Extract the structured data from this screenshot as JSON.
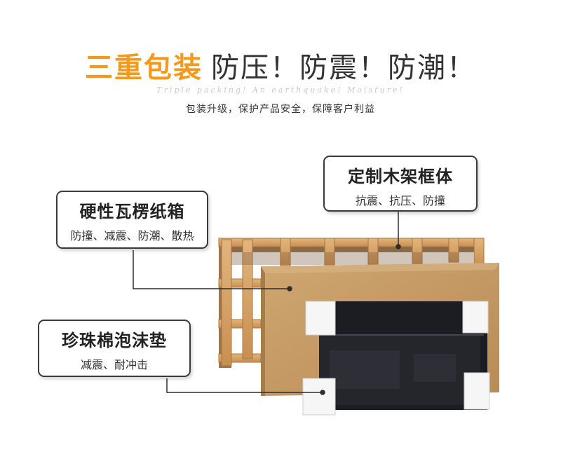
{
  "header": {
    "title_accent": "三重包装",
    "title_rest": "防压！防震！防潮！",
    "subtitle_en": "Triple packing! An earthquake! Moisture!",
    "subtitle_cn": "包装升级，保护产品安全，保障客户利益"
  },
  "callouts": {
    "wood_frame": {
      "title": "定制木架框体",
      "desc": "抗震、抗压、防撞"
    },
    "carton": {
      "title": "硬性瓦楞纸箱",
      "desc": "防撞、减震、防潮、散热"
    },
    "foam": {
      "title": "珍珠棉泡沫垫",
      "desc": "减震、耐冲击"
    }
  },
  "colors": {
    "accent": "#f39a1c",
    "text": "#333333",
    "wood": "#d6a368",
    "carton": "#c49a63",
    "foam": "#f6f6f6",
    "screen": "#1c1d22"
  }
}
